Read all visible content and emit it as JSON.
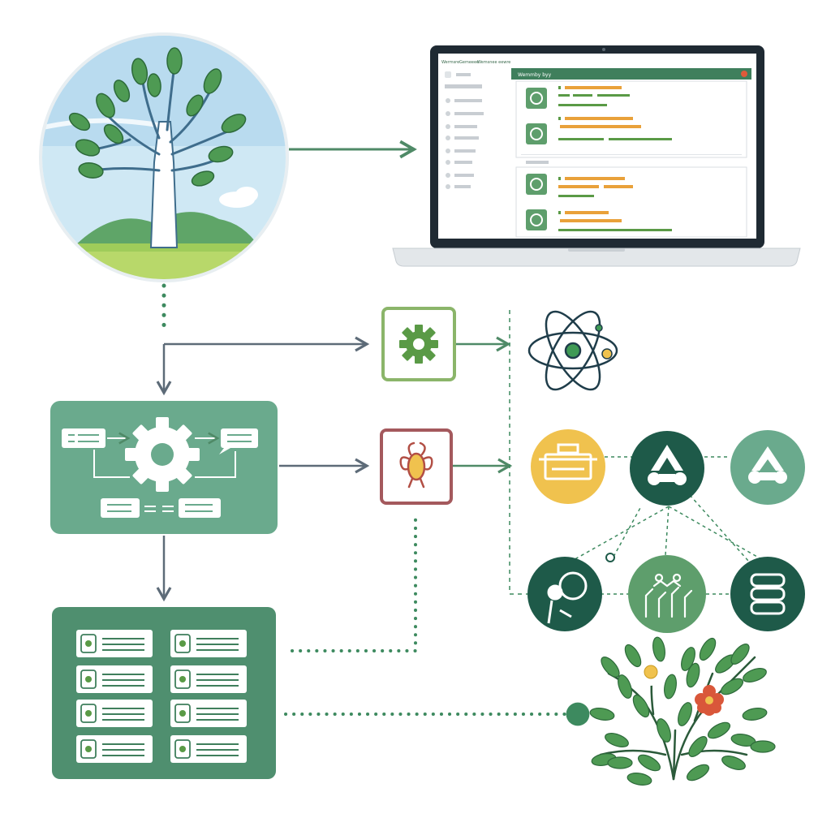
{
  "colors": {
    "primary_green": "#3f7f5c",
    "panel_green": "#6aaa8d",
    "dark_green": "#1e5a49",
    "mid_green": "#5e9e6c",
    "accent_yellow": "#f0c24e",
    "accent_red": "#a4595d",
    "sky_blue": "#bfe0f2",
    "leaf_green": "#4e9a53",
    "connector": "#4f8a67"
  },
  "laptop": {
    "header_title": "Wemmby byy",
    "top_menu": [
      "Wermsre",
      "Gemeeee",
      "Wemsnee eewre"
    ]
  },
  "icons": {
    "tree": "tree-illustration-icon",
    "gear": "gear-icon",
    "atom": "atom-icon",
    "microbe": "microbe-icon",
    "plant": "flowering-plant-icon",
    "box": "storage-box-icon",
    "recycle": "recycle-icon",
    "database": "database-icon",
    "growth": "growth-chart-icon"
  }
}
